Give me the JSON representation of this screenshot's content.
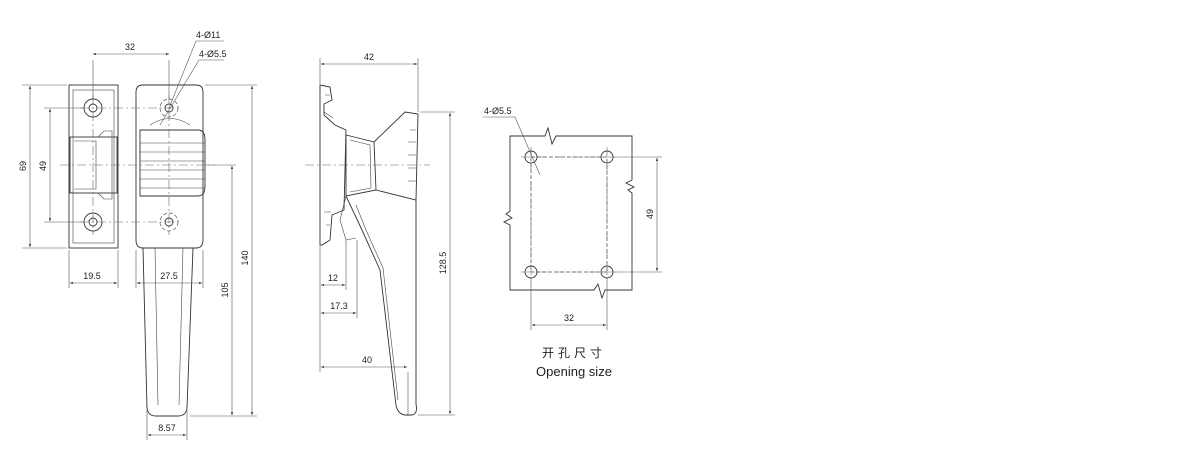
{
  "dimensions": {
    "front": {
      "w32": "32",
      "hole_large": "4-Ø11",
      "hole_small": "4-Ø5.5",
      "h69": "69",
      "h49": "49",
      "w19_5": "19.5",
      "w27_5": "27.5",
      "h140": "140",
      "h105": "105",
      "w8_57": "8.57"
    },
    "side": {
      "w42": "42",
      "w12": "12",
      "w17_3": "17.3",
      "w40": "40",
      "h128_5": "128.5"
    },
    "cutout": {
      "hole": "4-Ø5.5",
      "h49": "49",
      "w32": "32"
    }
  },
  "caption": {
    "chinese": "开孔尺寸",
    "english": "Opening size"
  }
}
